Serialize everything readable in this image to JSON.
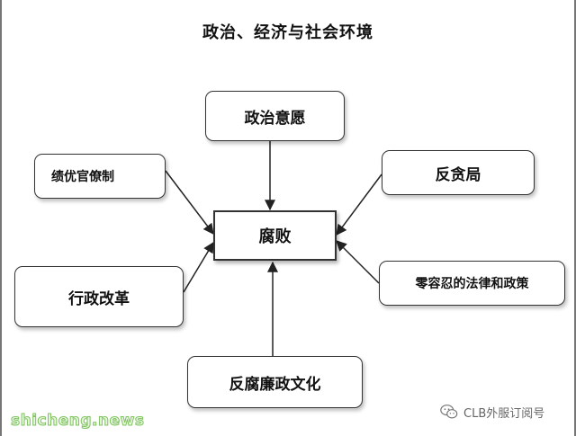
{
  "title": "政治、经济与社会环境",
  "nodes": {
    "center": "腐败",
    "top": "政治意愿",
    "left_top": "绩优官僚制",
    "left_bottom": "行政改革",
    "right_top": "反贪局",
    "right_bottom": "零容忍的法律和政策",
    "bottom": "反腐廉政文化"
  },
  "watermarks": {
    "site": "shicheng.news",
    "account": "CLB外服订阅号"
  },
  "icons": {
    "account": "wechat-icon"
  },
  "colors": {
    "border": "#333333",
    "arrow": "#222222",
    "site_watermark": "#7fc25f"
  }
}
